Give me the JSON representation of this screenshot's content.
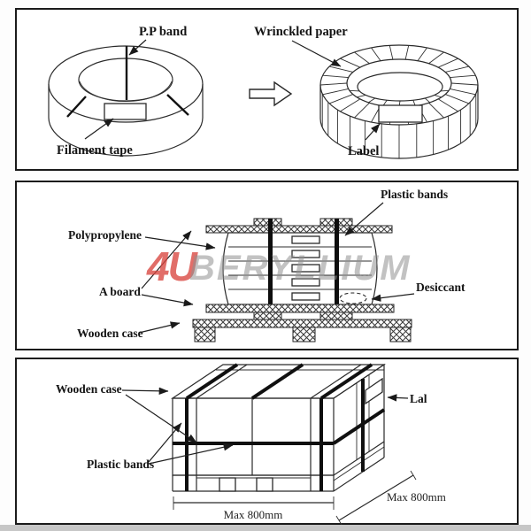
{
  "page": {
    "footer_strip_color": "#c7c7c7"
  },
  "panel_coil": {
    "pp_band": "P.P band",
    "filament_tape": "Filament tape",
    "wrinkled_paper": "Wrinckled paper",
    "label": "Label"
  },
  "panel_pallet": {
    "plastic_bands": "Plastic bands",
    "polypropylene": "Polypropylene",
    "a_board": "A board",
    "desiccant": "Desiccant",
    "wooden_case": "Wooden case",
    "watermark_prefix": "4U",
    "watermark_text": "BERYLLIUM",
    "watermark_prefix_color": "#d8453f",
    "watermark_text_color": "#8f8f8f"
  },
  "panel_crate": {
    "wooden_case": "Wooden case",
    "plastic_bands": "Plastic bands",
    "label": "Lal",
    "dim_width": "Max 800mm",
    "dim_depth": "Max 800mm"
  }
}
